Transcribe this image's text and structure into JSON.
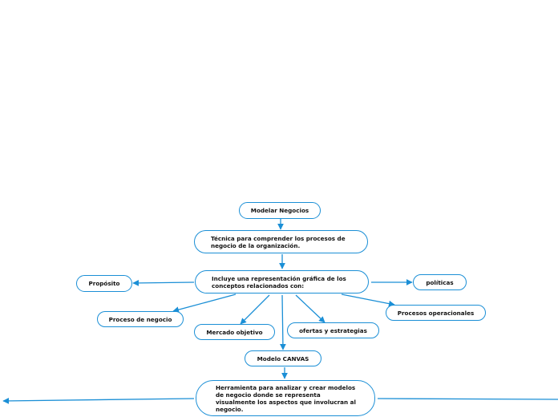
{
  "colors": {
    "edge": "#1b8fd6",
    "border": "#1b8fd6",
    "text": "#111111",
    "background": "#ffffff"
  },
  "nodes": {
    "modelar": "Modelar Negocios",
    "tecnica": "Técnica para comprender los procesos de\nnegocio de la organización.",
    "incluye": "Incluye una representación gráfica de los\nconceptos relacionados con:",
    "proposito": "Propósito",
    "politicas": "políticas",
    "proceso_negocio": "Proceso de negocio",
    "procesos_operacionales": "Procesos operacionales",
    "mercado_objetivo": "Mercado objetivo",
    "ofertas": "ofertas y estrategias",
    "canvas": "Modelo CANVAS",
    "herramienta": "Herramienta para analizar y crear modelos\nde negocio donde se representa\nvisualmente los aspectos que involucran al\nnegocio."
  }
}
